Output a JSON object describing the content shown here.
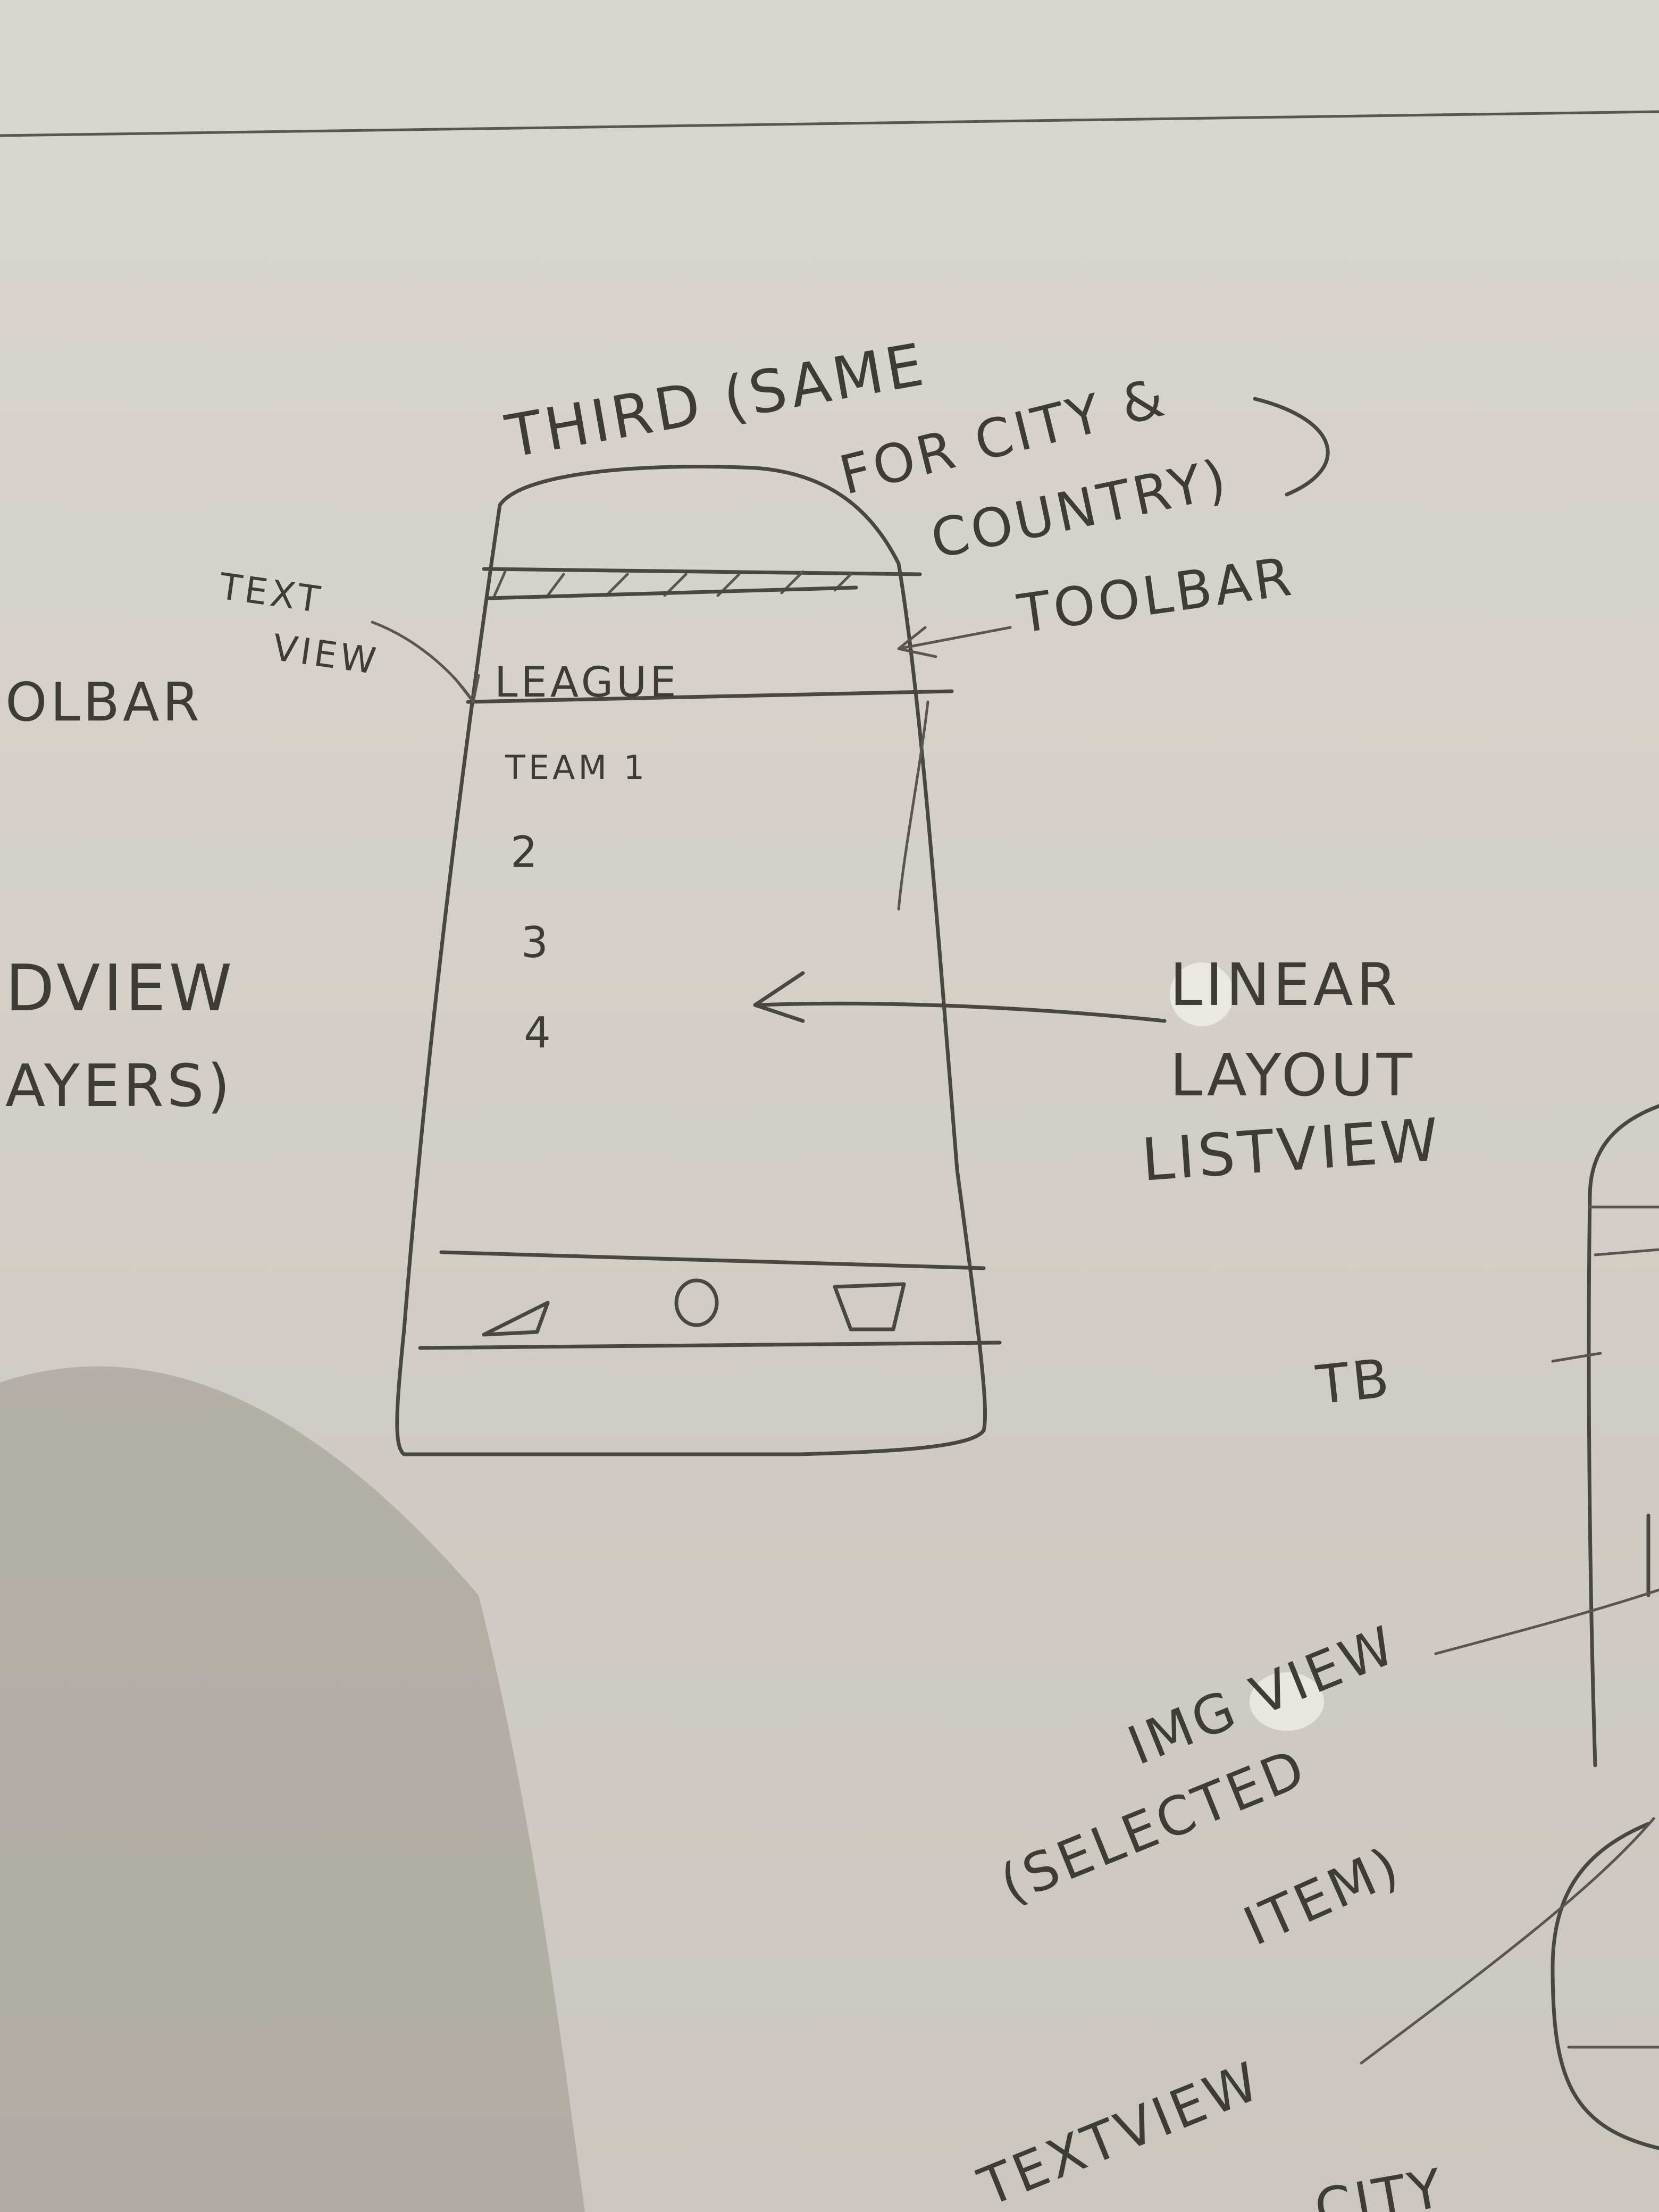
{
  "board_colors": {
    "ink": "#4a4642",
    "surface": "#d6d2cb"
  },
  "heading": {
    "line1": "THIRD (SAME",
    "line2": "FOR CITY &",
    "line3": "COUNTRY)"
  },
  "phone": {
    "header_label": "LEAGUE",
    "list_items": [
      "TEAM 1",
      "2",
      "3",
      "4"
    ],
    "nav_icons": [
      "back-triangle-icon",
      "home-circle-icon",
      "recents-square-icon"
    ]
  },
  "callouts": {
    "textview": {
      "line1": "TEXT",
      "line2": "VIEW"
    },
    "toolbar": "TOOLBAR",
    "layout": {
      "line1": "LINEAR",
      "line2": "LAYOUT",
      "line3": "LISTVIEW"
    }
  },
  "left_fragments": {
    "toolbar": "OLBAR",
    "line1": "DVIEW",
    "line2": "AYERS)"
  },
  "right_fragments": {
    "tb": "TB",
    "imgview": "IMG VIEW",
    "selected": "(SELECTED",
    "item": "ITEM)",
    "textview": "TEXTVIEW",
    "bottom": "CITY"
  }
}
